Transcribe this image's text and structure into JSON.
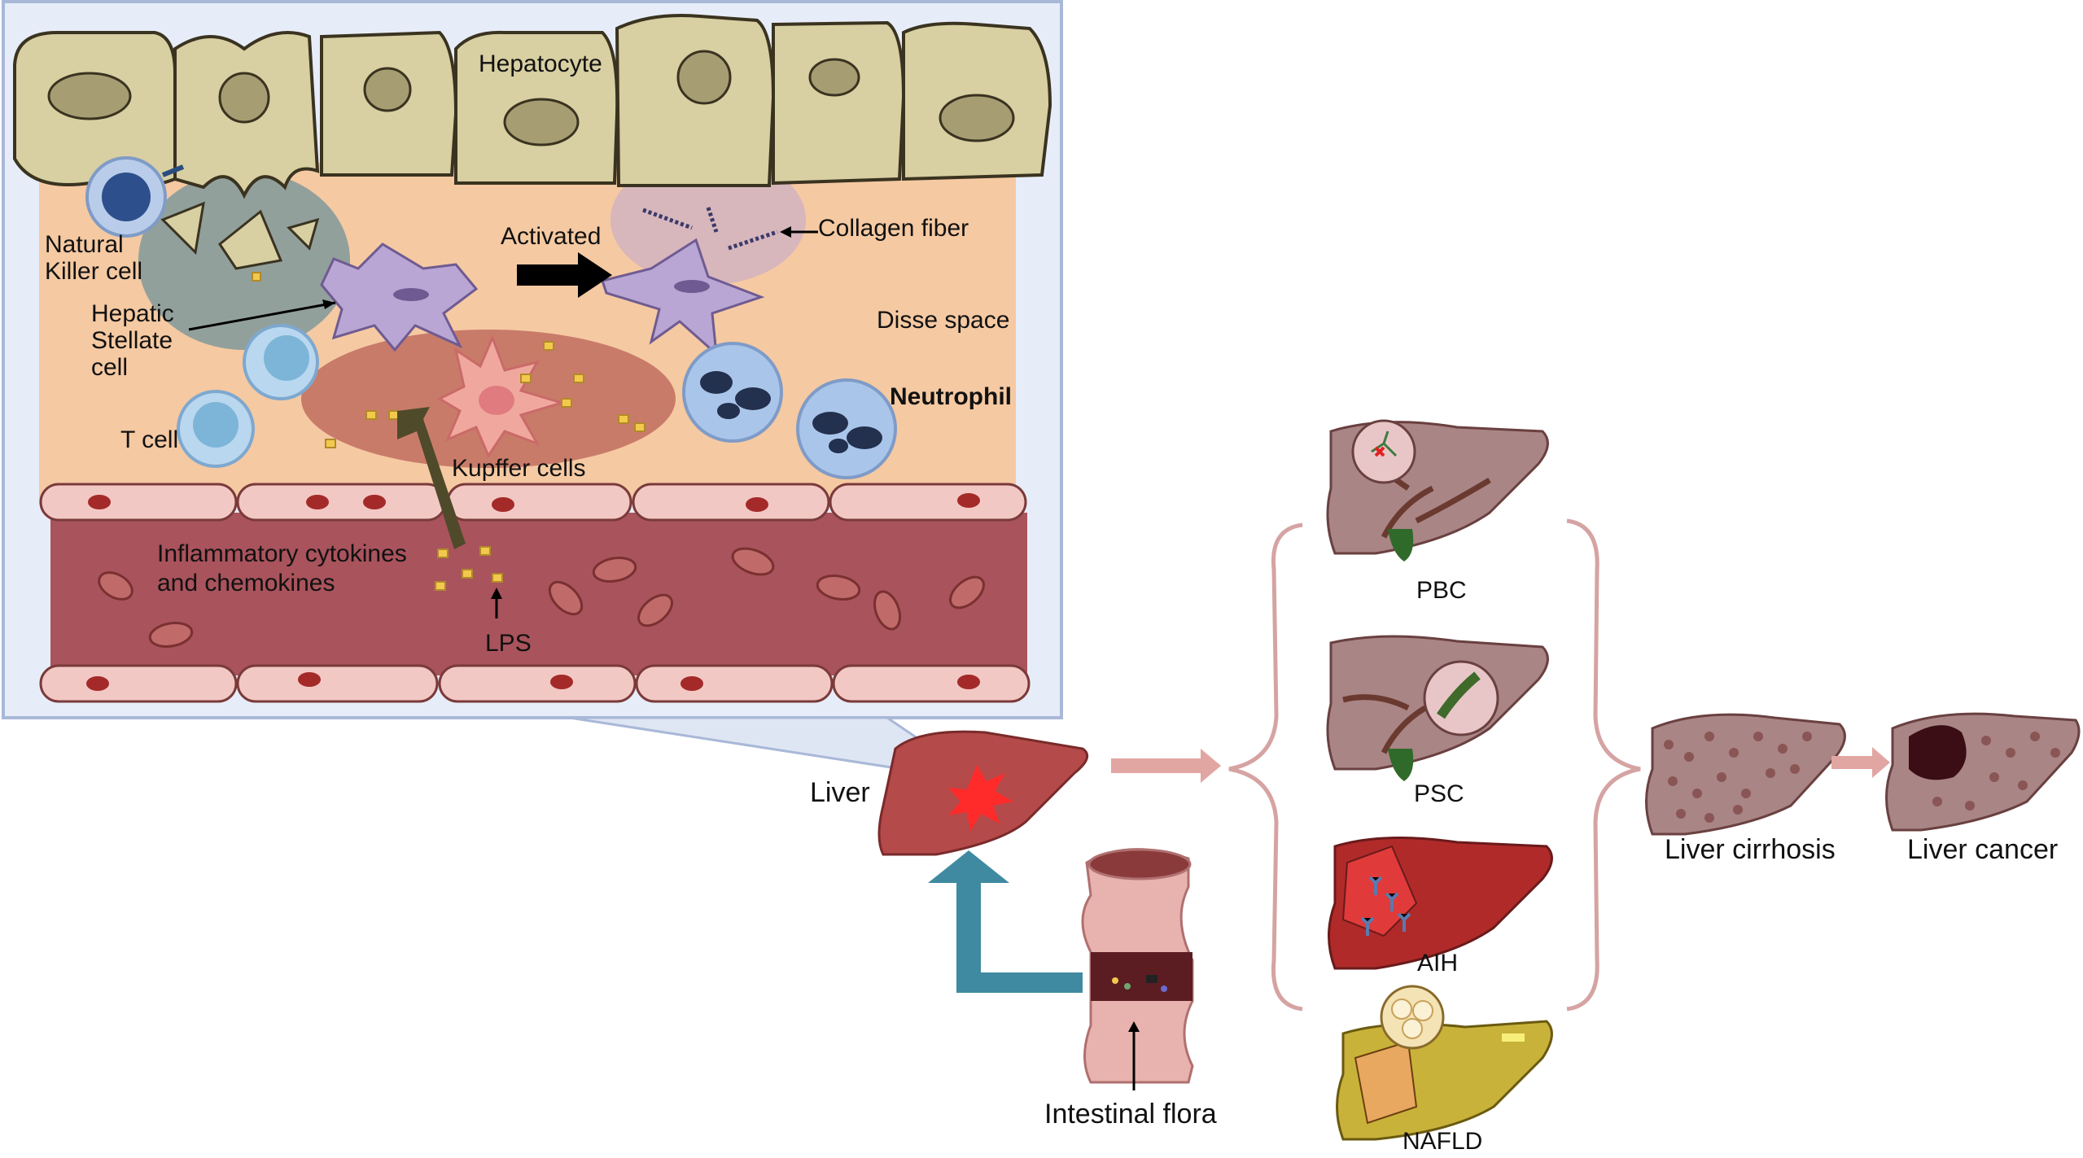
{
  "labels": {
    "hepatocyte": "Hepatocyte",
    "natural_killer": [
      "Natural",
      "Killer cell"
    ],
    "hepatic_stellate": [
      "Hepatic",
      "Stellate",
      "cell"
    ],
    "t_cell": "T cell",
    "activated": "Activated",
    "collagen_fiber": "Collagen fiber",
    "disse_space": "Disse space",
    "neutrophil": "Neutrophil",
    "kupffer_cells": "Kupffer cells",
    "cytokines": [
      "Inflammatory cytokines",
      "and chemokines"
    ],
    "lps": "LPS",
    "liver": "Liver",
    "intestinal_flora": "Intestinal flora",
    "pbc": "PBC",
    "psc": "PSC",
    "aih": "AIH",
    "nafld": "NAFLD",
    "liver_cirrhosis": "Liver cirrhosis",
    "liver_cancer": "Liver cancer"
  },
  "colors": {
    "panel_border": "#a9b8d8",
    "panel_bg": "#e7edf8",
    "disse": "#f5c9a2",
    "hepatocyte": "#d8cfa2",
    "hepatocyte_nucleus": "#a69e72",
    "vessel": "#a9535c",
    "endothelium": "#f2c8c4",
    "stellate": "#b9a6d4",
    "neutrophil": "#a9c6ea",
    "liver_red": "#b44a4a",
    "liver_pink": "#a98585",
    "arrow_pink": "#e2a6a2",
    "arrow_teal": "#3f8aa0",
    "nafld_yellow": "#c9b23a"
  }
}
